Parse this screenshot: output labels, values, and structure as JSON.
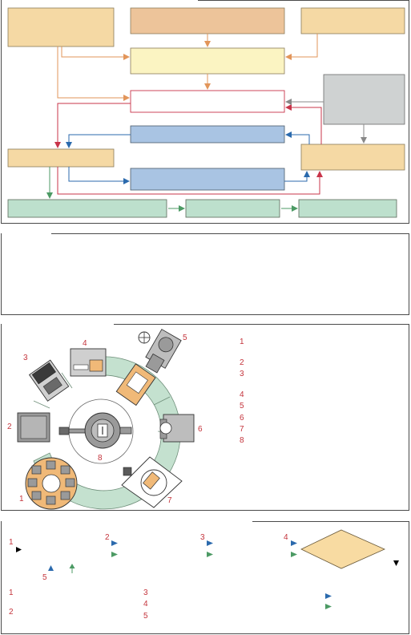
{
  "panel1": {
    "boxes": [],
    "colors": {
      "orange_fill": "#f5d9a4",
      "salmon_fill": "#edc49a",
      "yellow_fill": "#fbf4c2",
      "white_fill": "#ffffff",
      "blue_fill": "#a9c4e3",
      "gray_fill": "#cfd2d2",
      "green_fill": "#bde0cd",
      "orange_arrow": "#e2955a",
      "red_arrow": "#c8344a",
      "blue_arrow": "#2b6aad",
      "green_arrow": "#4c9a64",
      "gray_arrow": "#888888"
    }
  },
  "panel3": {
    "station_numbers": [
      "1",
      "2",
      "3",
      "4",
      "5",
      "6",
      "7",
      "8"
    ],
    "legend_numbers": [
      "1",
      "2",
      "3",
      "4",
      "5",
      "6",
      "7",
      "8"
    ],
    "colors": {
      "ring_fill": "#c4e1cf",
      "gray_unit": "#9a9a9a",
      "dark_unit": "#5a5a5a",
      "orange_part": "#f0b978",
      "number_color": "#c4343c"
    }
  },
  "panel4": {
    "step_numbers": [
      "1",
      "2",
      "3",
      "4",
      "5"
    ],
    "note_numbers_left": [
      "1",
      "2"
    ],
    "note_numbers_mid": [
      "3",
      "4",
      "5"
    ],
    "diamond_fill": "#f8dba2"
  }
}
